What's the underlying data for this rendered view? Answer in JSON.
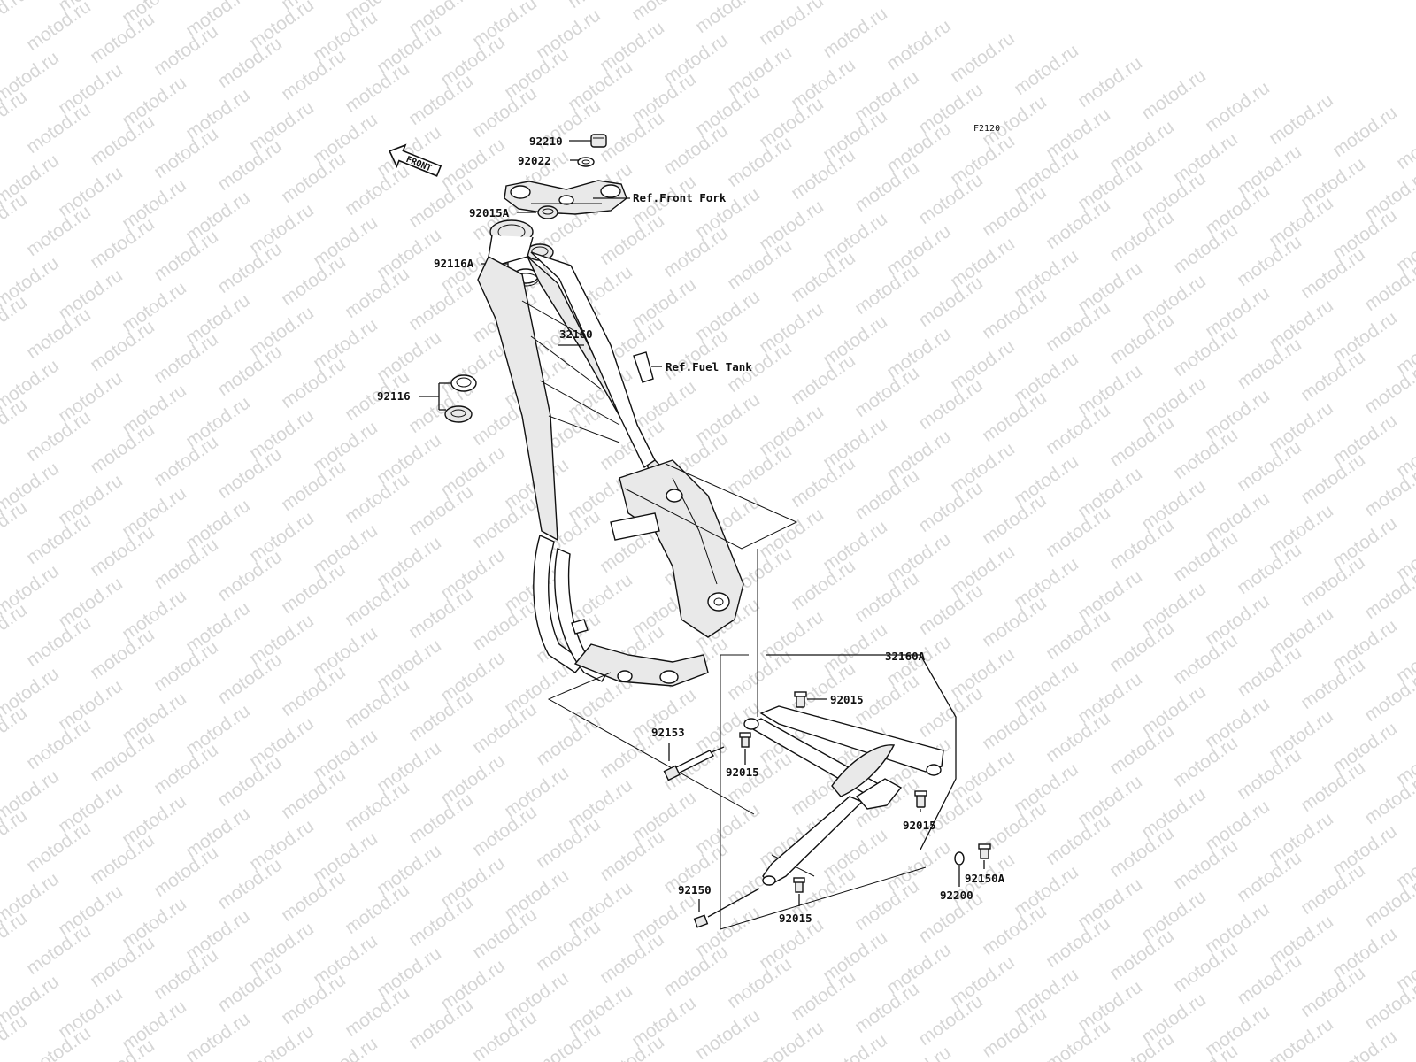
{
  "diagram_code": "F2120",
  "watermark": "motod.ru",
  "front_arrow_label": "FRONT",
  "labels": {
    "p92210": "92210",
    "p92022": "92022",
    "ref_front_fork": "Ref.Front Fork",
    "p92015A": "92015A",
    "p92116A": "92116A",
    "p32160": "32160",
    "ref_fuel_tank": "Ref.Fuel Tank",
    "p92116": "92116",
    "p32160A": "32160A",
    "p92015_top": "92015",
    "p92153": "92153",
    "p92015_mid": "92015",
    "p92015_right": "92015",
    "p92150A": "92150A",
    "p92200": "92200",
    "p92150": "92150",
    "p92015_bottom": "92015"
  }
}
